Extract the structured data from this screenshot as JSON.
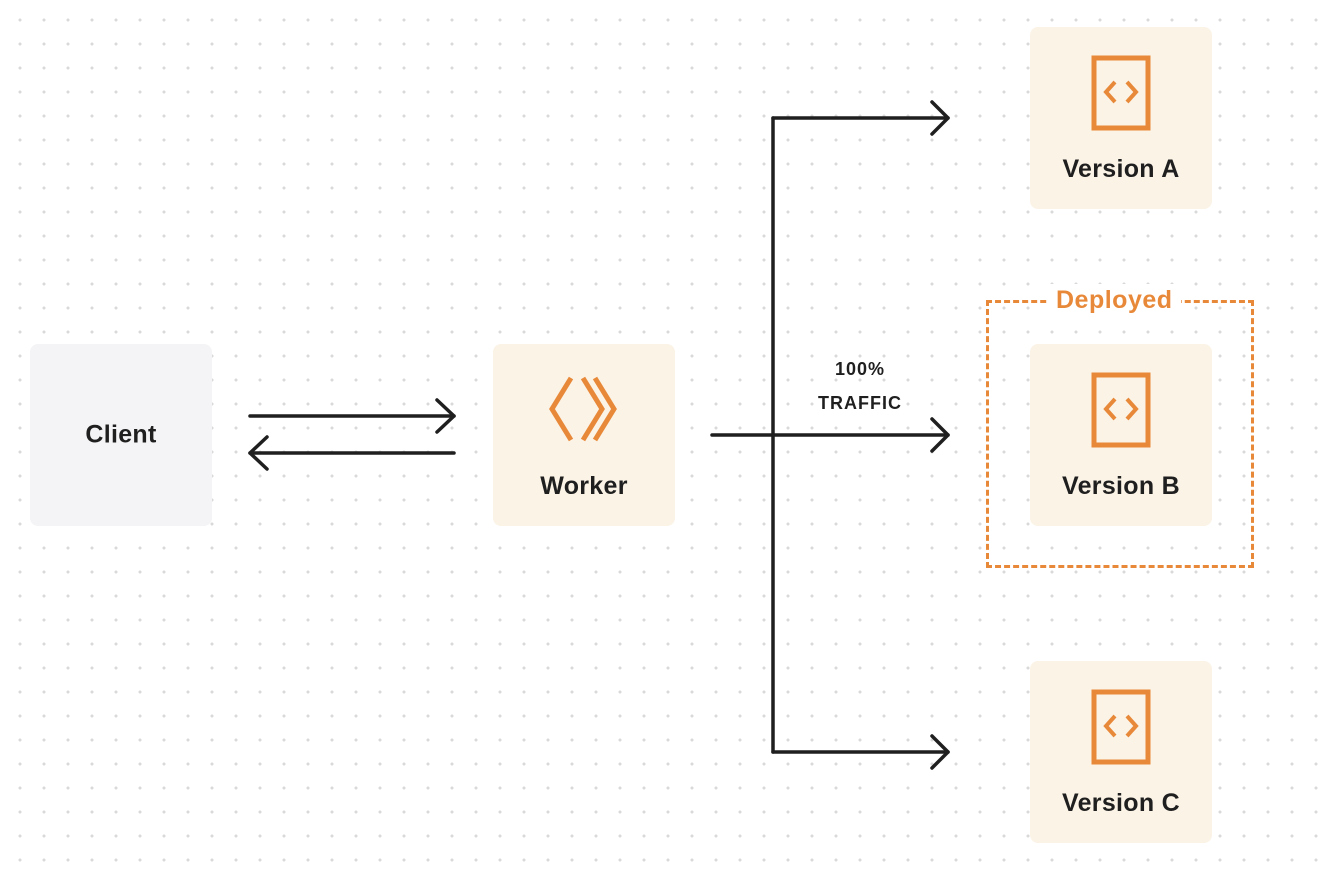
{
  "nodes": {
    "client": {
      "label": "Client"
    },
    "worker": {
      "label": "Worker"
    },
    "version_a": {
      "label": "Version A"
    },
    "version_b": {
      "label": "Version B"
    },
    "version_c": {
      "label": "Version C"
    }
  },
  "deployed_group": {
    "label": "Deployed"
  },
  "traffic": {
    "percent": "100%",
    "label": "TRAFFIC"
  },
  "colors": {
    "accent": "#e8893a",
    "node_warm": "#fbf3e6",
    "node_light": "#f4f4f6",
    "line": "#1f1f1f"
  },
  "icons": {
    "worker": "workers-chevron-icon",
    "version": "code-file-icon"
  }
}
